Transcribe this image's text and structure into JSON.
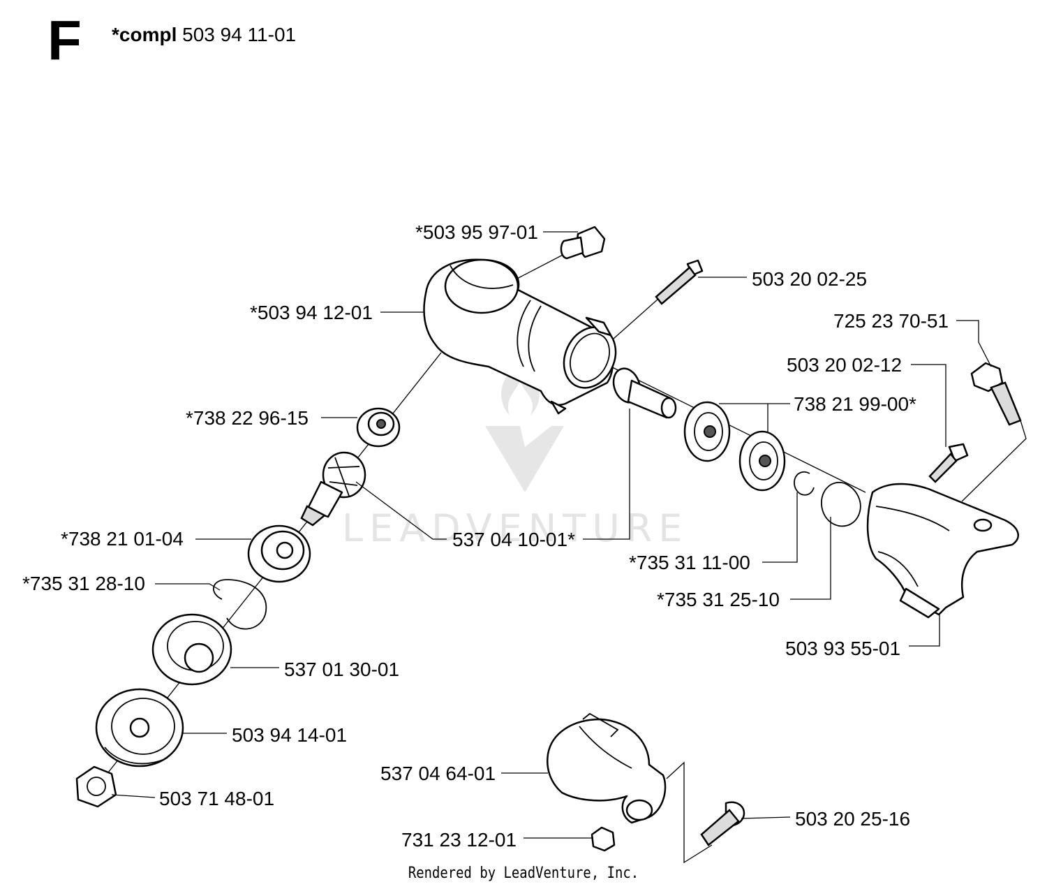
{
  "header": {
    "section_letter": "F",
    "compl_prefix": "*compl",
    "compl_number": "503 94 11-01"
  },
  "watermark": {
    "text": "LEADVENTURE"
  },
  "parts": [
    {
      "id": "bolt-top",
      "label": "*503 95 97-01"
    },
    {
      "id": "screw-upper",
      "label": "503 20 02-25"
    },
    {
      "id": "gear-housing",
      "label": "*503 94 12-01"
    },
    {
      "id": "bolt-right",
      "label": "725 23 70-51"
    },
    {
      "id": "screw-shield",
      "label": "503 20 02-12"
    },
    {
      "id": "bearing-pair",
      "label": "738 21 99-00*"
    },
    {
      "id": "bearing-upper-small",
      "label": "*738 22 96-15"
    },
    {
      "id": "gear-set",
      "label": "537 04 10-01*"
    },
    {
      "id": "bearing-lower",
      "label": "*738 21 01-04"
    },
    {
      "id": "circlip-lower",
      "label": "*735 31 28-10"
    },
    {
      "id": "circlip-small",
      "label": "*735 31 11-00"
    },
    {
      "id": "circlip-right",
      "label": "*735 31 25-10"
    },
    {
      "id": "shield",
      "label": "503 93 55-01"
    },
    {
      "id": "drive-disc",
      "label": "537 01 30-01"
    },
    {
      "id": "support-cup",
      "label": "503 94 14-01"
    },
    {
      "id": "nut-bottom",
      "label": "503 71 48-01"
    },
    {
      "id": "clamp",
      "label": "537 04 64-01"
    },
    {
      "id": "screw-clamp",
      "label": "503 20 25-16"
    },
    {
      "id": "nut-clamp",
      "label": "731 23 12-01"
    }
  ],
  "footer": {
    "text": "Rendered by LeadVenture, Inc."
  }
}
